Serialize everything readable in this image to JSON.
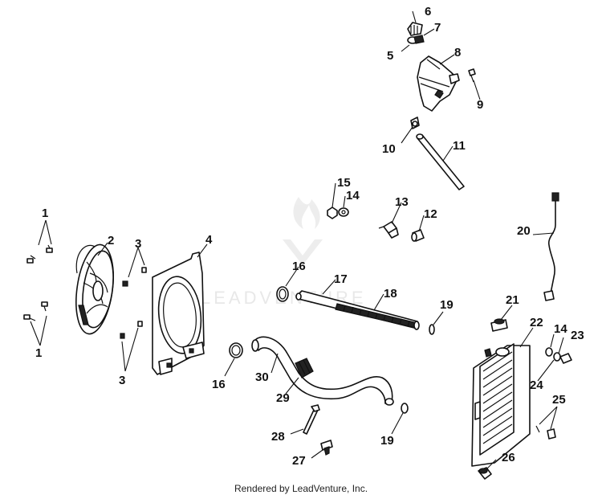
{
  "watermark": {
    "text": "LEADVENTURE"
  },
  "footer": {
    "text": "Rendered by LeadVenture, Inc."
  },
  "callouts": [
    "1",
    "1",
    "2",
    "3",
    "3",
    "4",
    "5",
    "6",
    "7",
    "8",
    "9",
    "10",
    "11",
    "12",
    "13",
    "14",
    "14",
    "15",
    "16",
    "16",
    "17",
    "18",
    "19",
    "19",
    "20",
    "21",
    "22",
    "23",
    "24",
    "25",
    "26",
    "27",
    "28",
    "29",
    "30"
  ]
}
